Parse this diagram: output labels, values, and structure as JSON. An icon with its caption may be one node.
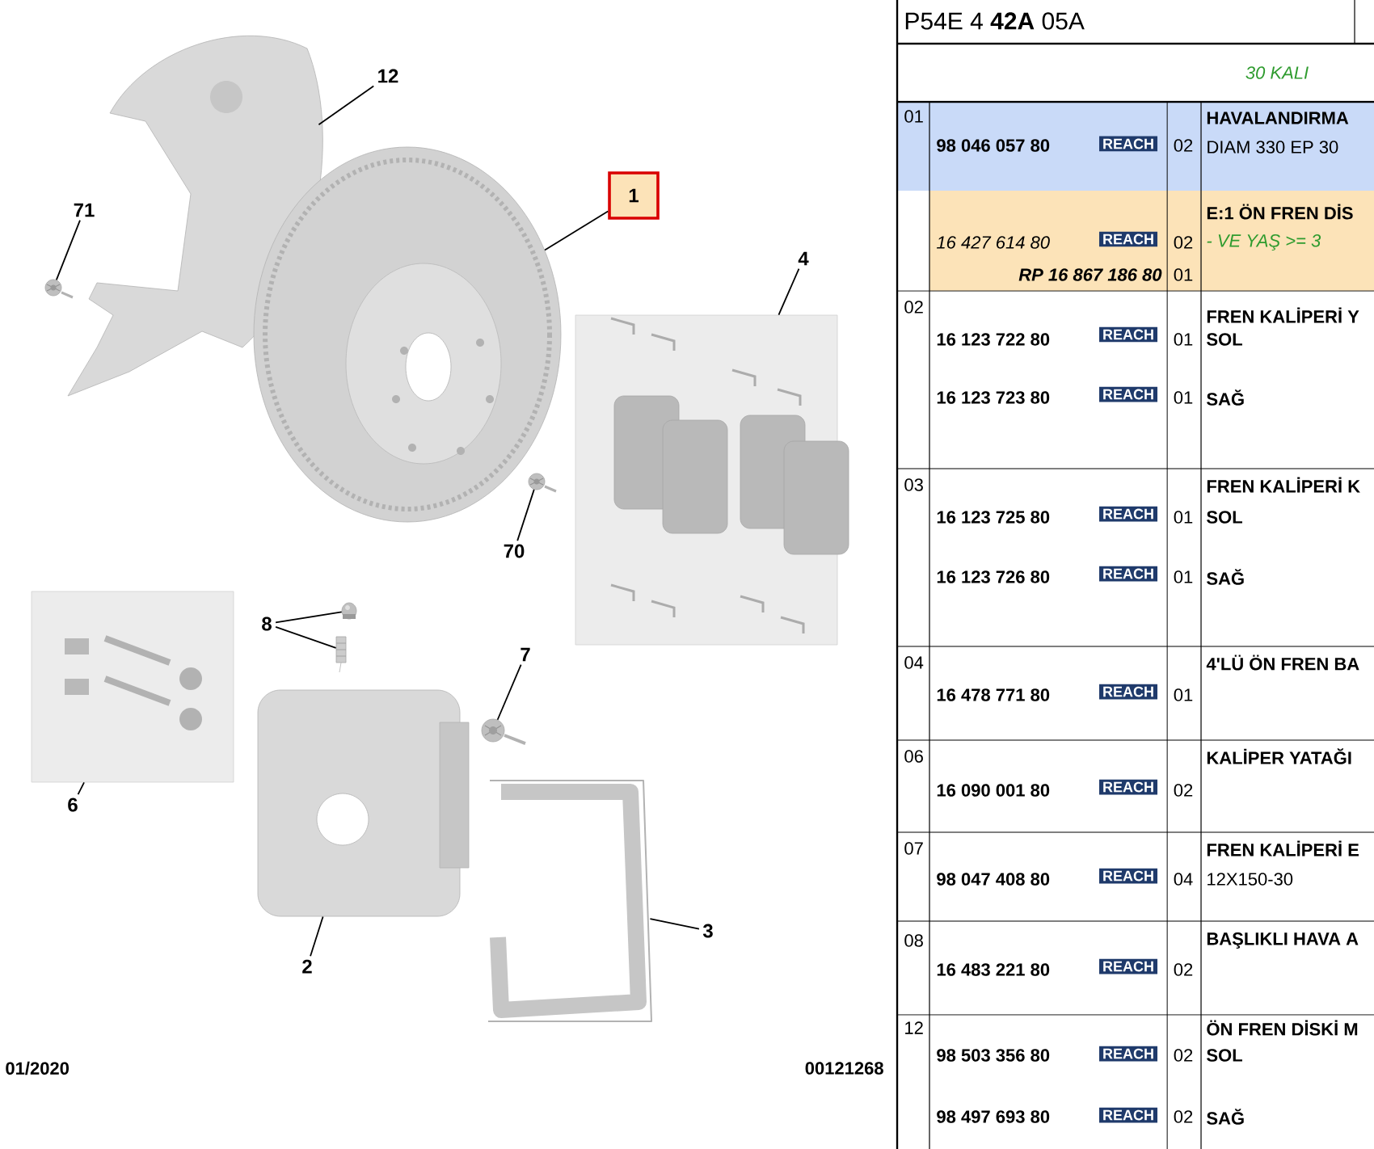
{
  "diagram": {
    "nodes": [
      {
        "text": [
          "12"
        ]
      },
      {
        "text": [],
        "shape": "picture"
      },
      {
        "text": [
          "1"
        ]
      },
      {
        "text": [],
        "shape": "picture"
      },
      {
        "text": [
          "71"
        ]
      },
      {
        "text": [],
        "shape": "picture"
      },
      {
        "text": [
          "4"
        ]
      },
      {
        "text": [],
        "shape": "picture"
      },
      {
        "text": [
          "70"
        ]
      },
      {
        "text": [],
        "shape": "picture"
      },
      {
        "text": [
          "8"
        ]
      },
      {
        "text": [],
        "shape": "picture"
      },
      {
        "text": [],
        "shape": "picture"
      },
      {
        "text": [
          "7"
        ]
      },
      {
        "text": [],
        "shape": "picture"
      },
      {
        "text": [],
        "shape": "picture"
      },
      {
        "text": [
          "6"
        ]
      },
      {
        "text": [],
        "shape": "picture"
      },
      {
        "text": [
          "2"
        ]
      },
      {
        "text": [],
        "shape": "picture"
      },
      {
        "text": [
          "3"
        ]
      }
    ],
    "edges": [
      {
        "from": 0,
        "to": 1,
        "arrow": "none"
      },
      {
        "from": 2,
        "to": 3,
        "arrow": "none"
      },
      {
        "from": 4,
        "to": 5,
        "arrow": "none"
      },
      {
        "from": 6,
        "to": 7,
        "arrow": "none"
      },
      {
        "from": 8,
        "to": 9,
        "arrow": "none"
      },
      {
        "from": 10,
        "to": 11,
        "arrow": "none"
      },
      {
        "from": 10,
        "to": 12,
        "arrow": "none"
      },
      {
        "from": 13,
        "to": 14,
        "arrow": "none"
      },
      {
        "from": 16,
        "to": 15,
        "arrow": "none"
      },
      {
        "from": 18,
        "to": 17,
        "arrow": "none"
      },
      {
        "from": 20,
        "to": 19,
        "arrow": "none"
      }
    ],
    "labels": [
      "P54E 4 **42A** 05A",
      "30 KALI",
      "01",
      "98 046 057 80",
      "REACH",
      "02",
      "HAVALANDIRMA",
      "DIAM 330 EP 30",
      "E:1 ÖN FREN DİS",
      "16 427 614 80",
      "REACH",
      "02",
      "- VE YAŞ >= 3",
      "RP 16 867 186 80",
      "01",
      "02",
      "FREN KALİPERİ Y",
      "16 123 722 80",
      "REACH",
      "01",
      "SOL",
      "16 123 723 80",
      "REACH",
      "01",
      "SAĞ",
      "03",
      "FREN KALİPERİ K",
      "16 123 725 80",
      "REACH",
      "01",
      "SOL",
      "16 123 726 80",
      "REACH",
      "01",
      "SAĞ",
      "04",
      "4'LÜ ÖN FREN BA",
      "16 478 771 80",
      "REACH",
      "01",
      "06",
      "KALİPER YATAĞI",
      "16 090 001 80",
      "REACH",
      "02",
      "07",
      "FREN KALİPERİ E",
      "98 047 408 80",
      "REACH",
      "04",
      "12X150-30",
      "08",
      "BAŞLIKLI HAVA A",
      "16 483 221 80",
      "REACH",
      "02",
      "12",
      "ÖN FREN DİSKİ M",
      "98 503 356 80",
      "REACH",
      "02",
      "SOL",
      "98 497 693 80",
      "REACH",
      "02",
      "SAĞ",
      "01/2020",
      "00121268"
    ]
  }
}
